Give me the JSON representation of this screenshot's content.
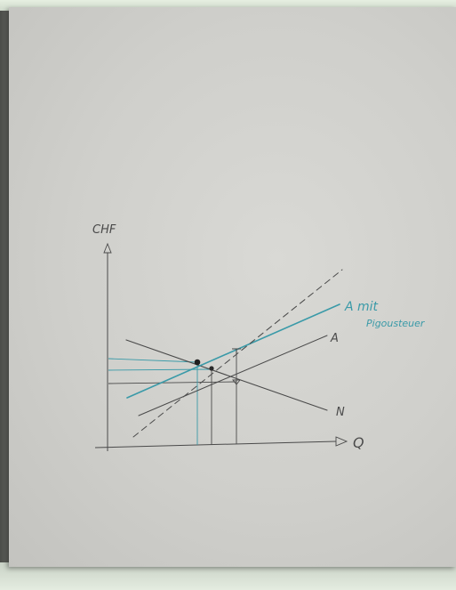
{
  "labels": {
    "y_axis": "CHF",
    "x_axis": "Q",
    "supply_curve": "A",
    "demand_curve": "N",
    "taxed_supply_line1": "A mit",
    "taxed_supply_line2": "Pigousteuer"
  },
  "colors": {
    "pencil": "#4a4a4a",
    "teal": "#3a9aa8"
  }
}
